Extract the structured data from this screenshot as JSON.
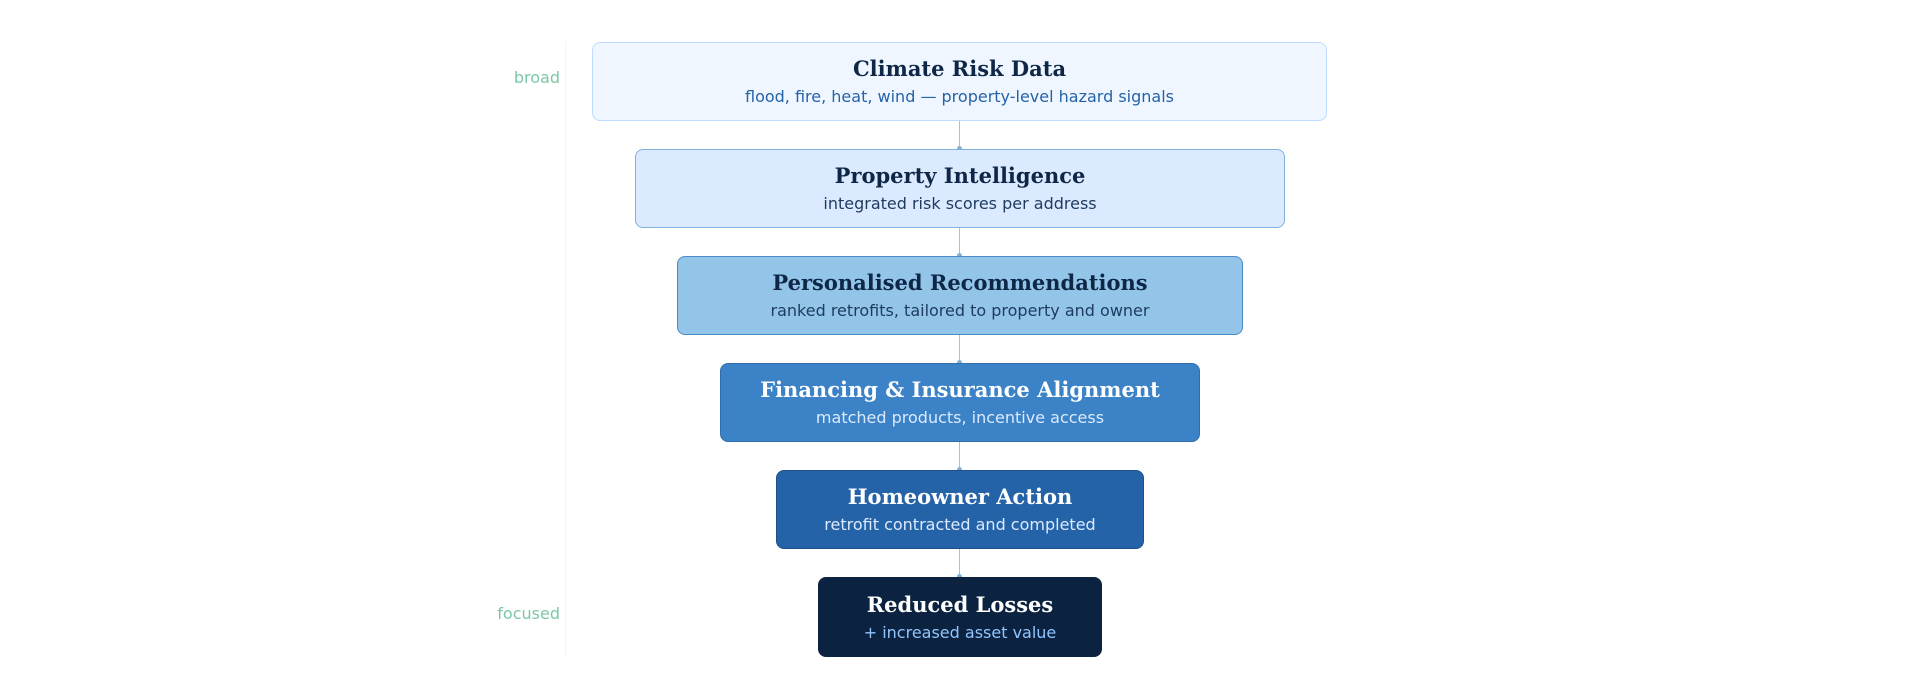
{
  "axis": {
    "top_label": "broad",
    "bottom_label": "focused"
  },
  "stages": [
    {
      "title": "Climate Risk Data",
      "subtitle": "flood, fire, heat, wind — property-level hazard signals",
      "fill": "#eff6ff",
      "border": "#bfdbfe",
      "title_color": "#0f2747",
      "subtitle_color": "#2563a8"
    },
    {
      "title": "Property Intelligence",
      "subtitle": "integrated risk scores per address",
      "fill": "#dbeafe",
      "border": "#7fb1df",
      "title_color": "#0f2747",
      "subtitle_color": "#1e3a5f"
    },
    {
      "title": "Personalised Recommendations",
      "subtitle": "ranked retrofits, tailored to property and owner",
      "fill": "#93c5e9",
      "border": "#4b8cc8",
      "title_color": "#0f2747",
      "subtitle_color": "#1e3a5f"
    },
    {
      "title": "Financing & Insurance Alignment",
      "subtitle": "matched products, incentive access",
      "fill": "#3b82c6",
      "border": "#2f6fae",
      "title_color": "#ffffff",
      "subtitle_color": "#dbeafe"
    },
    {
      "title": "Homeowner Action",
      "subtitle": "retrofit contracted and completed",
      "fill": "#2563a8",
      "border": "#1d4f8a",
      "title_color": "#ffffff",
      "subtitle_color": "#dbeafe"
    },
    {
      "title": "Reduced Losses",
      "subtitle": "+ increased asset value",
      "fill": "#0b2341",
      "border": "#0b2341",
      "title_color": "#ffffff",
      "subtitle_color": "#93c5fd"
    }
  ]
}
